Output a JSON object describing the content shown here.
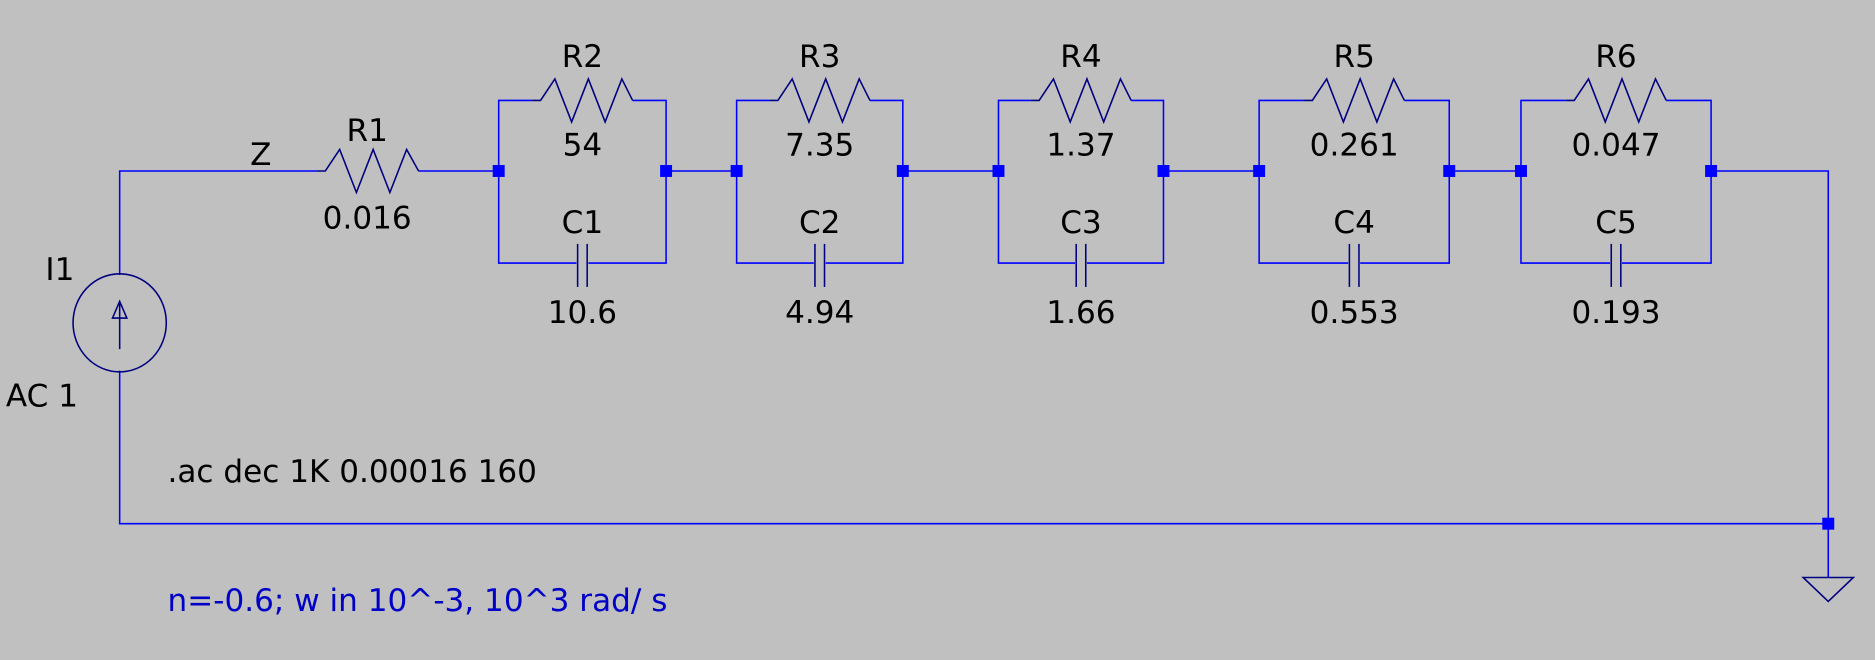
{
  "net_label": "Z",
  "source": {
    "name": "I1",
    "value": "AC 1"
  },
  "r1": {
    "name": "R1",
    "value": "0.016"
  },
  "blocks": [
    {
      "r_name": "R2",
      "r_value": "54",
      "c_name": "C1",
      "c_value": "10.6"
    },
    {
      "r_name": "R3",
      "r_value": "7.35",
      "c_name": "C2",
      "c_value": "4.94"
    },
    {
      "r_name": "R4",
      "r_value": "1.37",
      "c_name": "C3",
      "c_value": "1.66"
    },
    {
      "r_name": "R5",
      "r_value": "0.261",
      "c_name": "C4",
      "c_value": "0.553"
    },
    {
      "r_name": "R6",
      "r_value": "0.047",
      "c_name": "C5",
      "c_value": "0.193"
    }
  ],
  "directive": ".ac dec 1K 0.00016 160",
  "comment": "n=-0.6; w in 10^-3, 10^3 rad/ s",
  "colors": {
    "wire": "#0000ff",
    "background": "#c0c0c0",
    "comment": "#0000c8"
  }
}
